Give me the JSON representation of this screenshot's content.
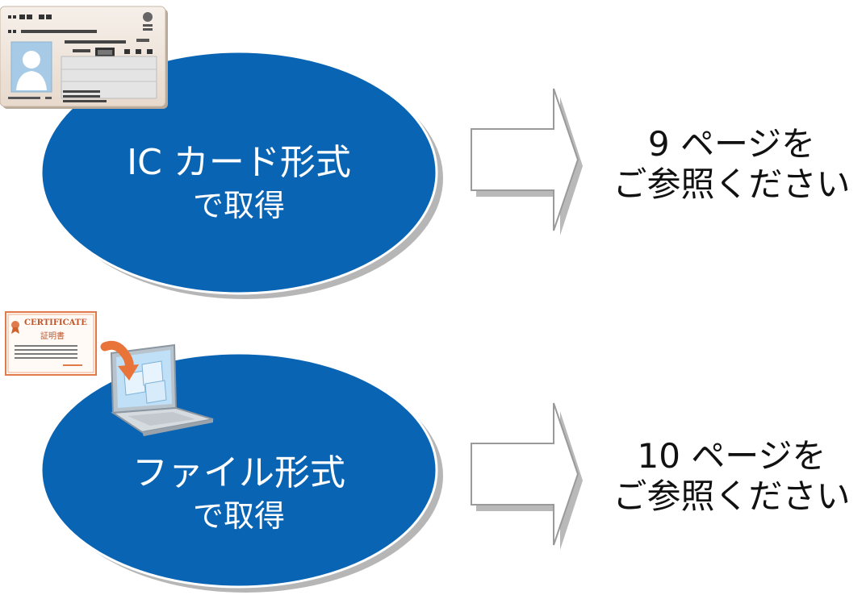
{
  "colors": {
    "oval_fill": "#0a64b4",
    "arrow_fill": "#ffffff",
    "arrow_stroke": "#9a9a9a"
  },
  "options": [
    {
      "title_line1": "IC カード形式",
      "title_line2": "で取得",
      "icon": "id-card-icon",
      "ref_line1": "9 ページを",
      "ref_line2": "ご参照ください"
    },
    {
      "title_line1": "ファイル形式",
      "title_line2": "で取得",
      "icon": "laptop-with-certificate-icon",
      "ref_line1": "10 ページを",
      "ref_line2": "ご参照ください"
    }
  ],
  "certificate": {
    "title": "CERTIFICATE",
    "subtitle": "証明書"
  }
}
